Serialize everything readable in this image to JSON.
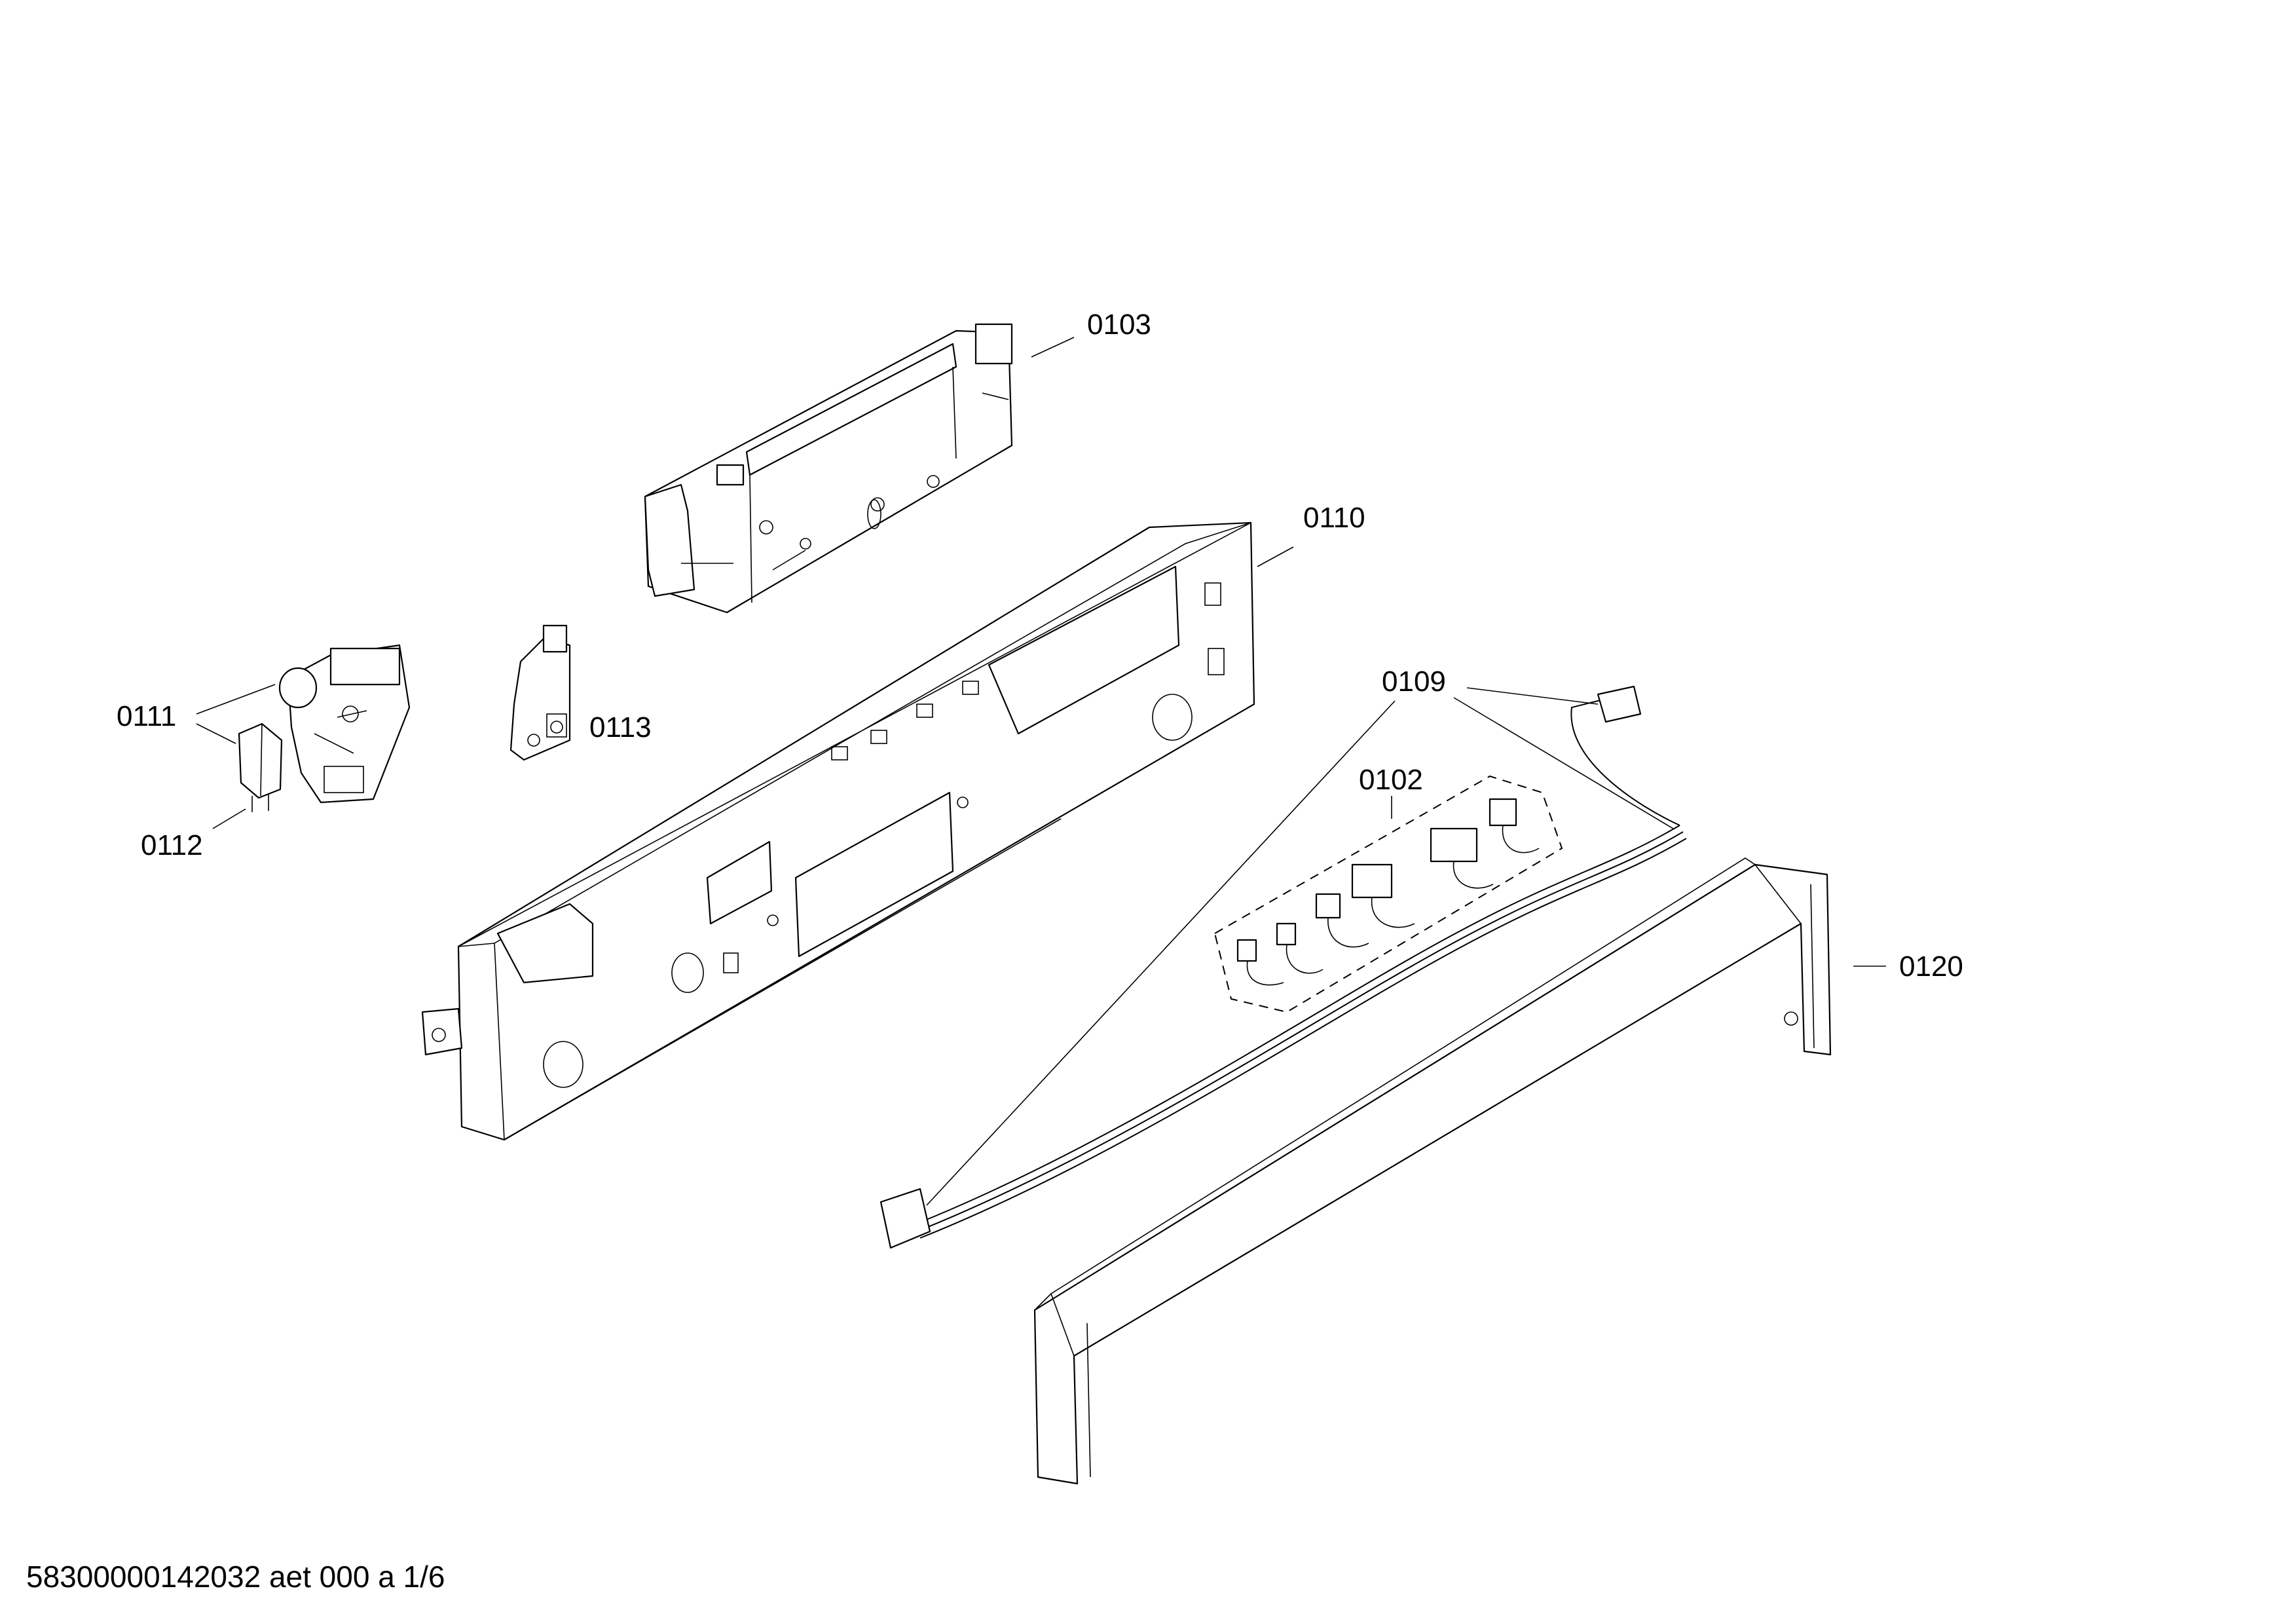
{
  "labels": {
    "p0103": "0103",
    "p0110": "0110",
    "p0111": "0111",
    "p0112": "0112",
    "p0113": "0113",
    "p0109": "0109",
    "p0102": "0102",
    "p0120": "0120"
  },
  "footer": "58300000142032 aet 000 a 1/6"
}
